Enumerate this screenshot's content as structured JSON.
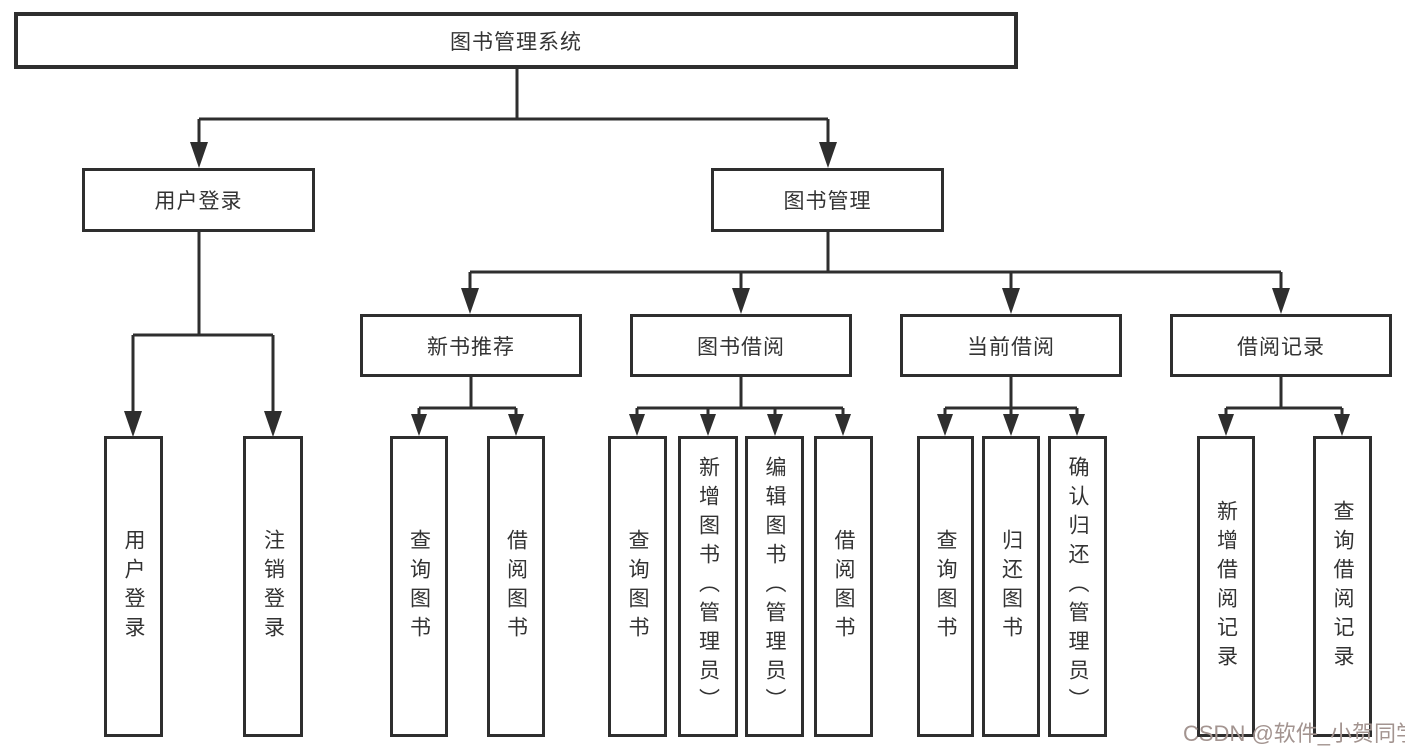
{
  "tree": {
    "label": "图书管理系统",
    "children": [
      {
        "label": "用户登录",
        "children": [
          {
            "label": "用户登录"
          },
          {
            "label": "注销登录"
          }
        ]
      },
      {
        "label": "图书管理",
        "children": [
          {
            "label": "新书推荐",
            "children": [
              {
                "label": "查询图书"
              },
              {
                "label": "借阅图书"
              }
            ]
          },
          {
            "label": "图书借阅",
            "children": [
              {
                "label": "查询图书"
              },
              {
                "label": "新增图书（管理员）"
              },
              {
                "label": "编辑图书（管理员）"
              },
              {
                "label": "借阅图书"
              }
            ]
          },
          {
            "label": "当前借阅",
            "children": [
              {
                "label": "查询图书"
              },
              {
                "label": "归还图书"
              },
              {
                "label": "确认归还（管理员）"
              }
            ]
          },
          {
            "label": "借阅记录",
            "children": [
              {
                "label": "新增借阅记录"
              },
              {
                "label": "查询借阅记录"
              }
            ]
          }
        ]
      }
    ]
  },
  "watermark": {
    "text": "CSDN @软件_小贺同学"
  },
  "colors": {
    "line": "#2e2e2e",
    "text": "#333333",
    "background": "#ffffff",
    "watermark": "#a39490"
  }
}
